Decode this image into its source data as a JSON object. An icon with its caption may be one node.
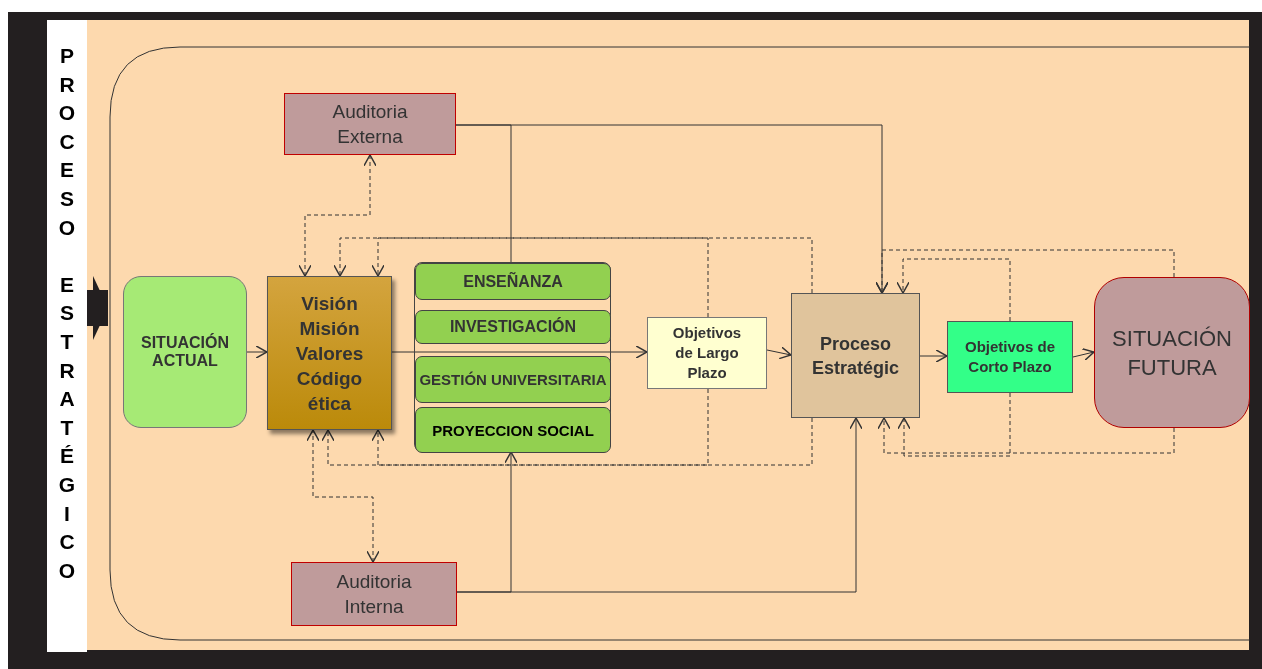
{
  "diagram": {
    "nodes": [
      {
        "text": [
          "PROCESO ESTRATÉGICO"
        ]
      },
      {
        "text": [
          "SITUACIÓN ACTUAL"
        ]
      },
      {
        "text": [
          "Visión Misión Valores Código ética"
        ]
      },
      {
        "text": [
          "Auditoria Externa"
        ]
      },
      {
        "text": [
          "Auditoria Interna"
        ]
      },
      {
        "text": [],
        "shape": "box"
      },
      {
        "text": [
          "ENSEÑANZA"
        ],
        "in": 5
      },
      {
        "text": [
          "INVESTIGACIÓN"
        ],
        "in": 5
      },
      {
        "text": [
          "GESTIÓN UNIVERSITARIA"
        ],
        "in": 5
      },
      {
        "text": [
          "PROYECCION SOCIAL"
        ],
        "in": 5
      },
      {
        "text": [
          "Objetivos de Largo Plazo"
        ]
      },
      {
        "text": [
          "Proceso Estratégic"
        ]
      },
      {
        "text": [
          "Objetivos de Corto Plazo"
        ]
      },
      {
        "text": [
          "SITUACIÓN FUTURA"
        ]
      }
    ],
    "edges": [
      {
        "from": 0,
        "to": 1,
        "arrow": "to",
        "style": "thick"
      },
      {
        "from": 1,
        "to": 2,
        "arrow": "to"
      },
      {
        "from": 2,
        "to": 10,
        "arrow": "to"
      },
      {
        "from": 10,
        "to": 11,
        "arrow": "to"
      },
      {
        "from": 11,
        "to": 12,
        "arrow": "to"
      },
      {
        "from": 12,
        "to": 13,
        "arrow": "to"
      },
      {
        "from": 3,
        "to": 2,
        "arrow": "both",
        "style": "dashed"
      },
      {
        "from": 3,
        "to": 11,
        "arrow": "to"
      },
      {
        "from": 3,
        "to": 6,
        "arrow": "none"
      },
      {
        "from": 4,
        "to": 2,
        "arrow": "both",
        "style": "dashed"
      },
      {
        "from": 4,
        "to": 11,
        "arrow": "to"
      },
      {
        "from": 4,
        "to": 9,
        "arrow": "to"
      },
      {
        "from": 11,
        "to": 2,
        "arrow": "to",
        "style": "dashed"
      },
      {
        "from": 10,
        "to": 2,
        "arrow": "to",
        "style": "dashed"
      },
      {
        "from": 11,
        "to": 2,
        "arrow": "to",
        "style": "dashed"
      },
      {
        "from": 10,
        "to": 2,
        "arrow": "to",
        "style": "dashed"
      },
      {
        "from": 13,
        "to": 11,
        "arrow": "to",
        "style": "dashed"
      },
      {
        "from": 12,
        "to": 11,
        "arrow": "to",
        "style": "dashed"
      },
      {
        "from": 13,
        "to": 11,
        "arrow": "to",
        "style": "dashed"
      },
      {
        "from": 12,
        "to": 11,
        "arrow": "to",
        "style": "dashed"
      }
    ]
  }
}
